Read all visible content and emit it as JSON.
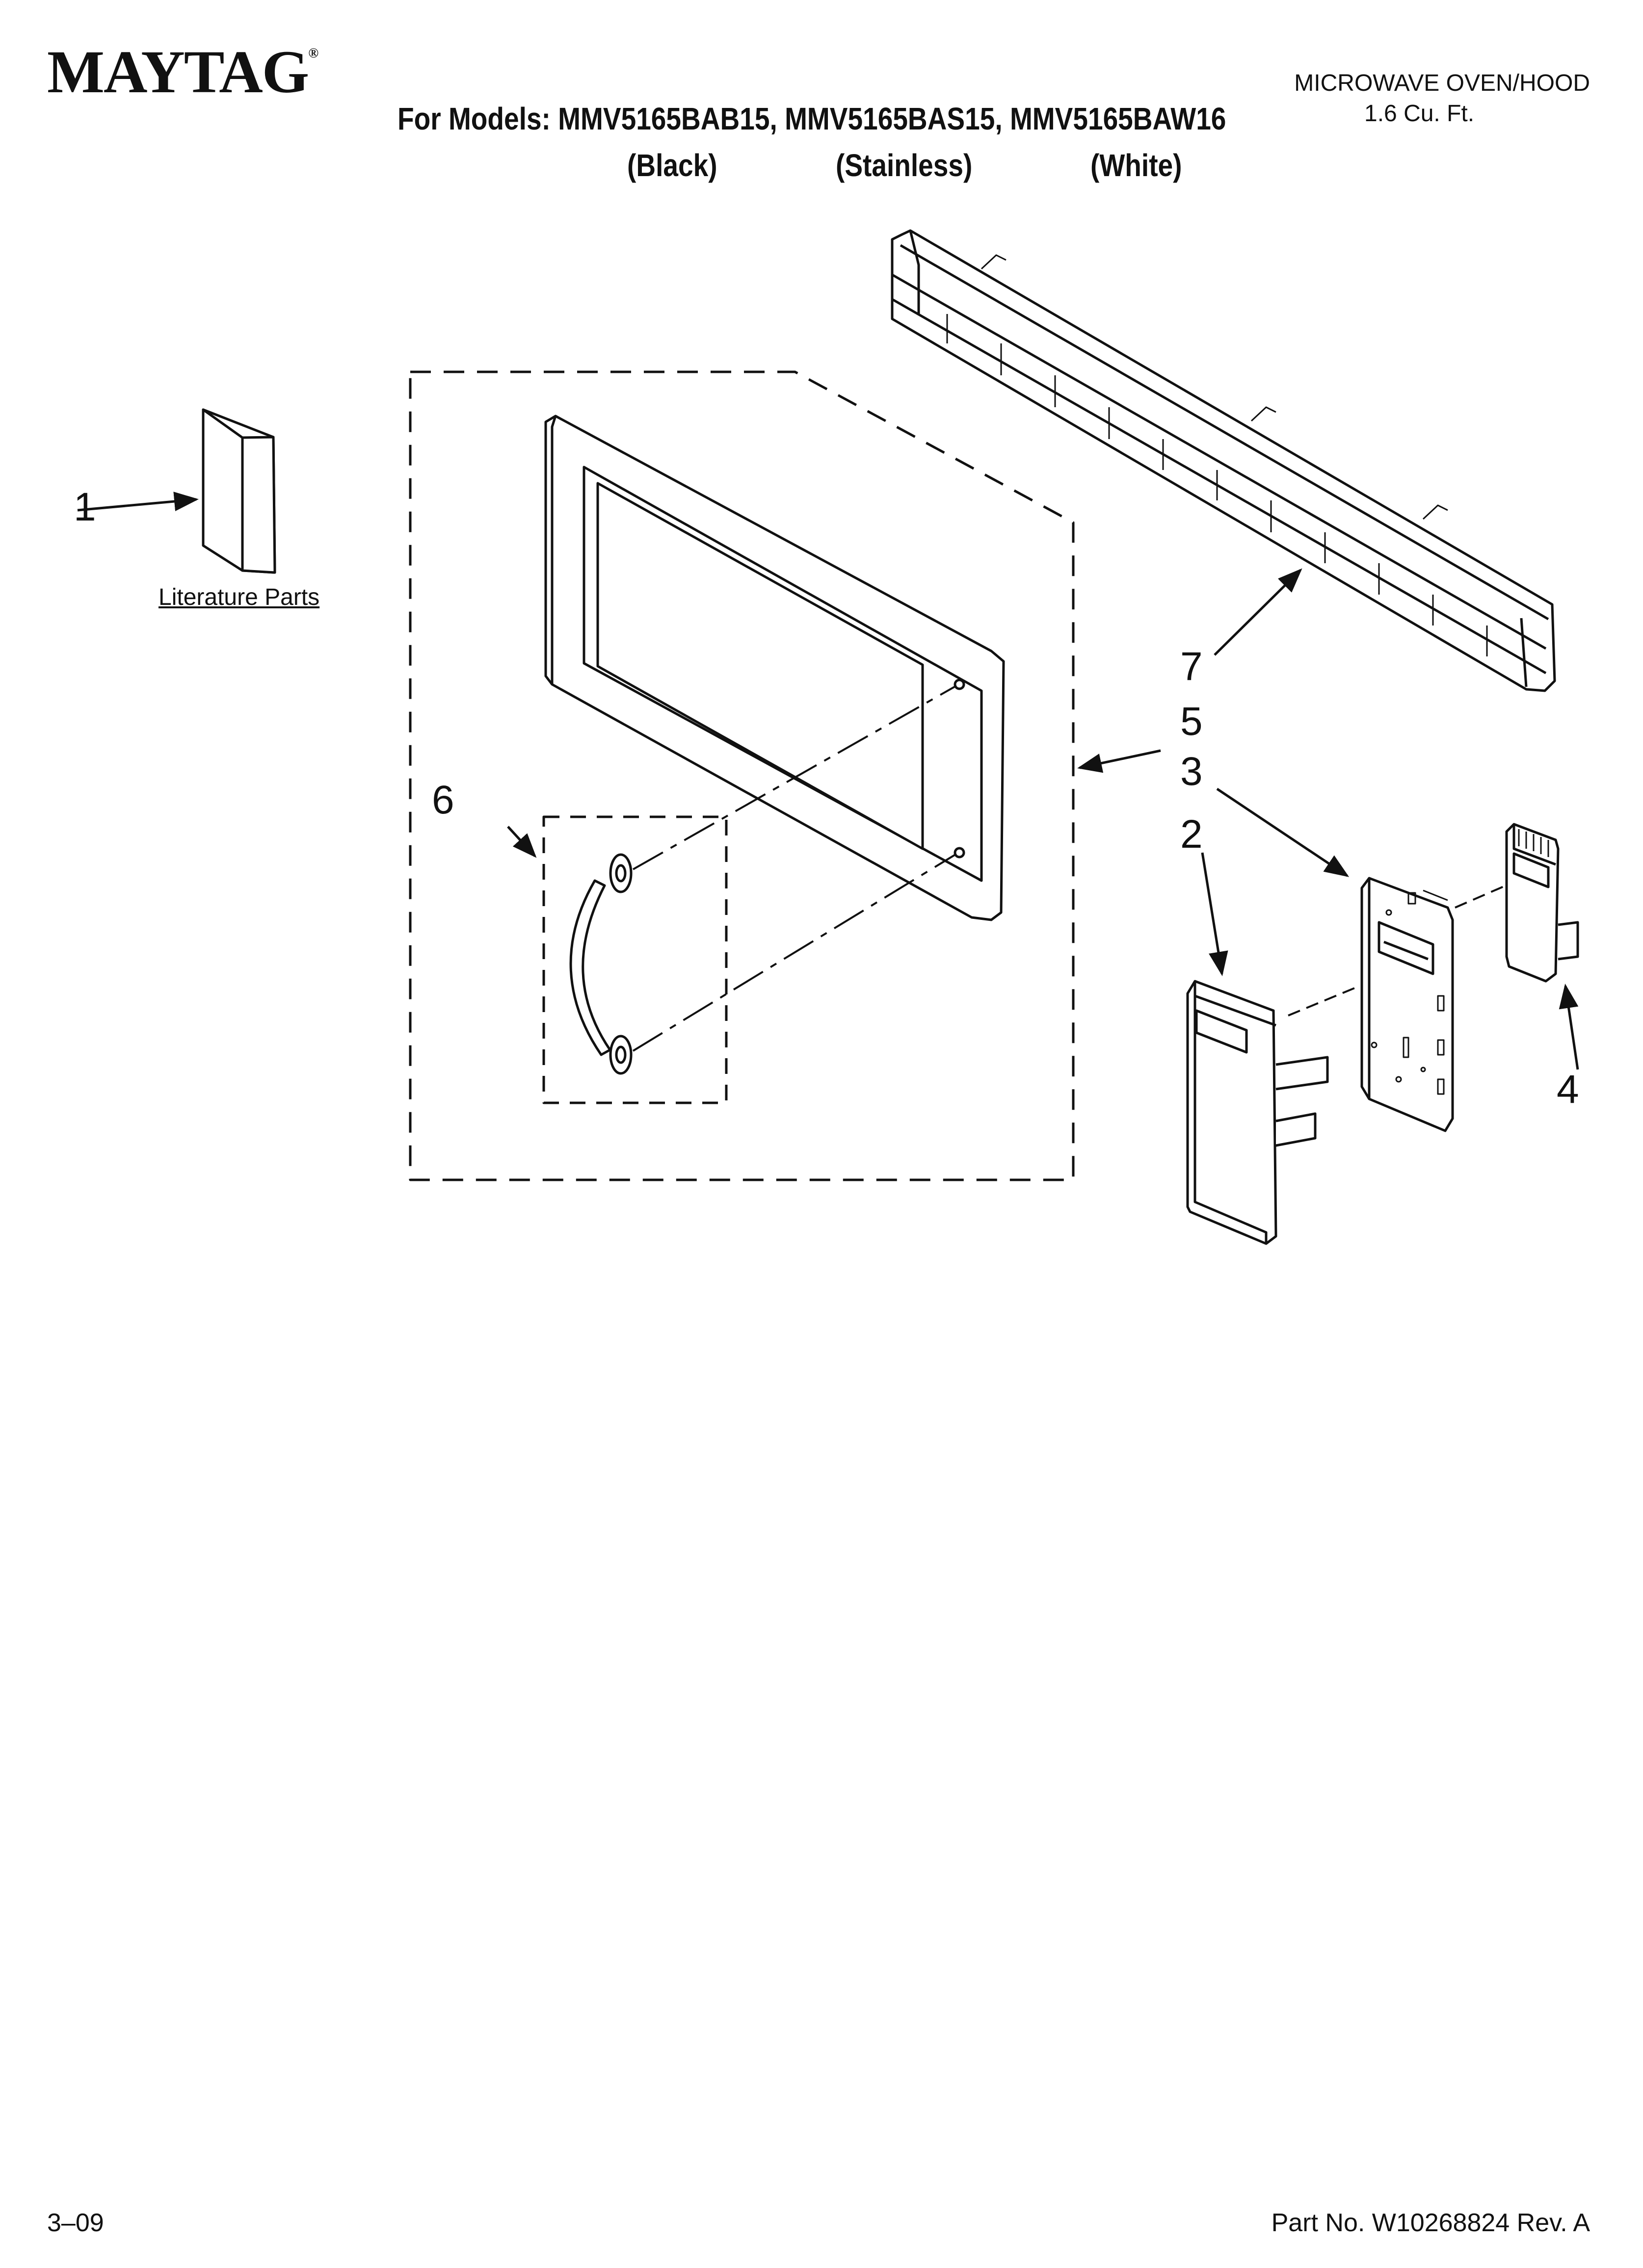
{
  "header": {
    "brand": "MAYTAG",
    "brand_mark": "®",
    "models_line": "For Models: MMV5165BAB15, MMV5165BAS15, MMV5165BAW16",
    "colors": [
      "(Black)",
      "(Stainless)",
      "(White)"
    ],
    "product_title": "MICROWAVE OVEN/HOOD",
    "capacity": "1.6 Cu. Ft."
  },
  "diagram": {
    "literature_label": "Literature Parts",
    "callouts": [
      "1",
      "2",
      "3",
      "4",
      "5",
      "6",
      "7"
    ]
  },
  "footer": {
    "date_code": "3–09",
    "part_number": "Part No. W10268824 Rev. A"
  }
}
